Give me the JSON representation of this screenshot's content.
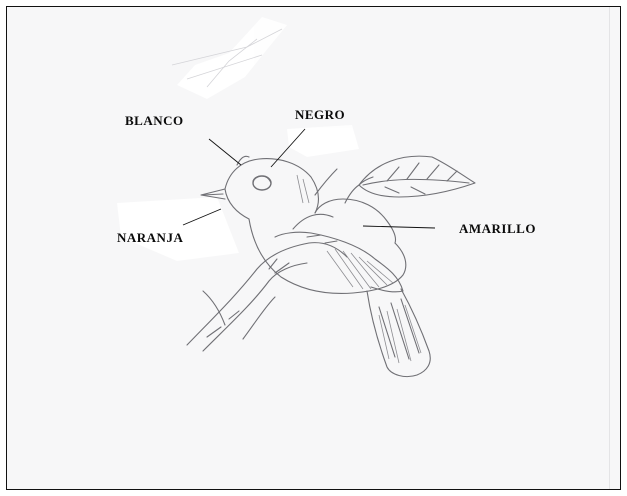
{
  "labels": {
    "blanco": "BLANCO",
    "negro": "NEGRO",
    "naranja": "NARANJA",
    "amarillo": "AMARILLO"
  },
  "colors": {
    "paper": "#f7f7f8",
    "pencil": "#6f6f74",
    "ink": "#0b0b0b"
  }
}
